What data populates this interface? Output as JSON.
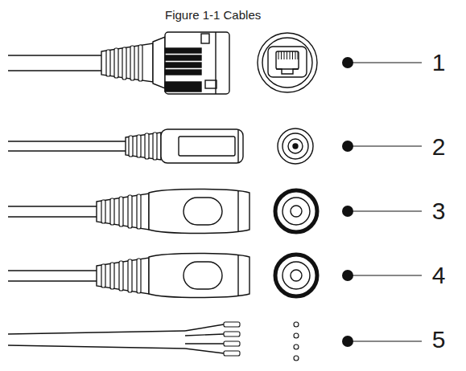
{
  "diagram": {
    "title": "Figure 1-1 Cables",
    "labels": [
      "1",
      "2",
      "3",
      "4",
      "5"
    ]
  }
}
